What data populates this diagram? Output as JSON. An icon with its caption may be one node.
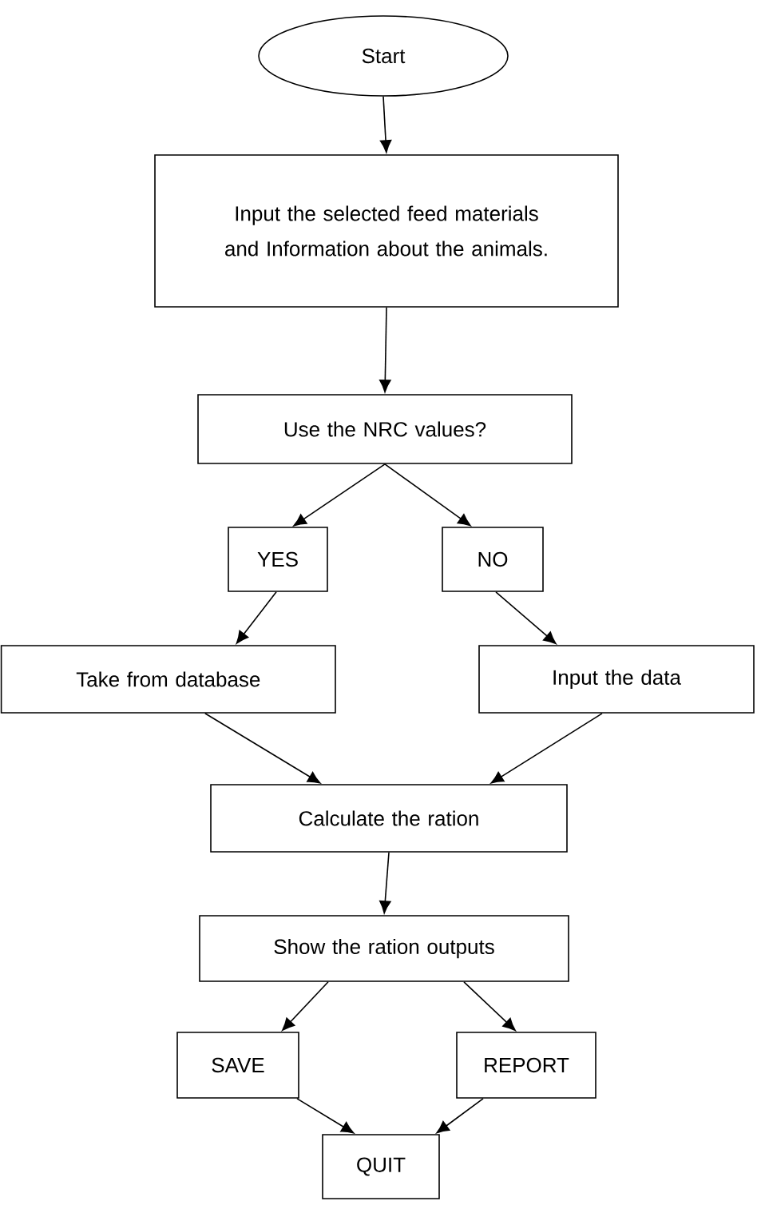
{
  "diagram": {
    "nodes": [
      {
        "text": [
          "Start"
        ]
      },
      {
        "text": [
          "Input the selected feed materials and Information about the animals."
        ]
      },
      {
        "text": [
          "Use the NRC values?"
        ]
      },
      {
        "text": [
          "YES"
        ]
      },
      {
        "text": [
          "NO"
        ]
      },
      {
        "text": [
          "Take from database"
        ]
      },
      {
        "text": [
          "Input the data"
        ]
      },
      {
        "text": [
          "Calculate the ration"
        ]
      },
      {
        "text": [
          "Show the ration outputs"
        ]
      },
      {
        "text": [
          "SAVE"
        ]
      },
      {
        "text": [
          "REPORT"
        ]
      },
      {
        "text": [
          "QUIT"
        ]
      }
    ],
    "edges": [
      {
        "from": 0,
        "to": 1,
        "arrow": "to"
      },
      {
        "from": 1,
        "to": 2,
        "arrow": "to"
      },
      {
        "from": 2,
        "to": 3,
        "arrow": "to"
      },
      {
        "from": 2,
        "to": 4,
        "arrow": "to"
      },
      {
        "from": 3,
        "to": 5,
        "arrow": "to"
      },
      {
        "from": 4,
        "to": 6,
        "arrow": "to"
      },
      {
        "from": 5,
        "to": 7,
        "arrow": "to"
      },
      {
        "from": 6,
        "to": 7,
        "arrow": "to"
      },
      {
        "from": 7,
        "to": 8,
        "arrow": "to"
      },
      {
        "from": 8,
        "to": 9,
        "arrow": "to"
      },
      {
        "from": 8,
        "to": 10,
        "arrow": "to"
      },
      {
        "from": 9,
        "to": 11,
        "arrow": "to"
      },
      {
        "from": 10,
        "to": 11,
        "arrow": "to"
      }
    ]
  }
}
